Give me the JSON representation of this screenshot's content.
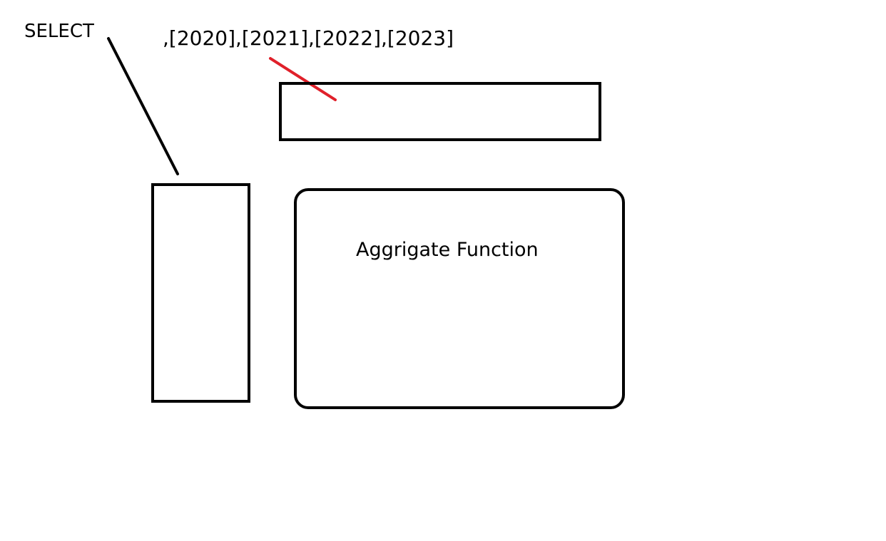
{
  "labels": {
    "select": "SELECT",
    "columns": ",[2020],[2021],[2022],[2023]",
    "aggregate": "Aggrigate Function"
  },
  "colors": {
    "stroke": "#000000",
    "accent_line": "#e0202a",
    "background": "#ffffff"
  }
}
